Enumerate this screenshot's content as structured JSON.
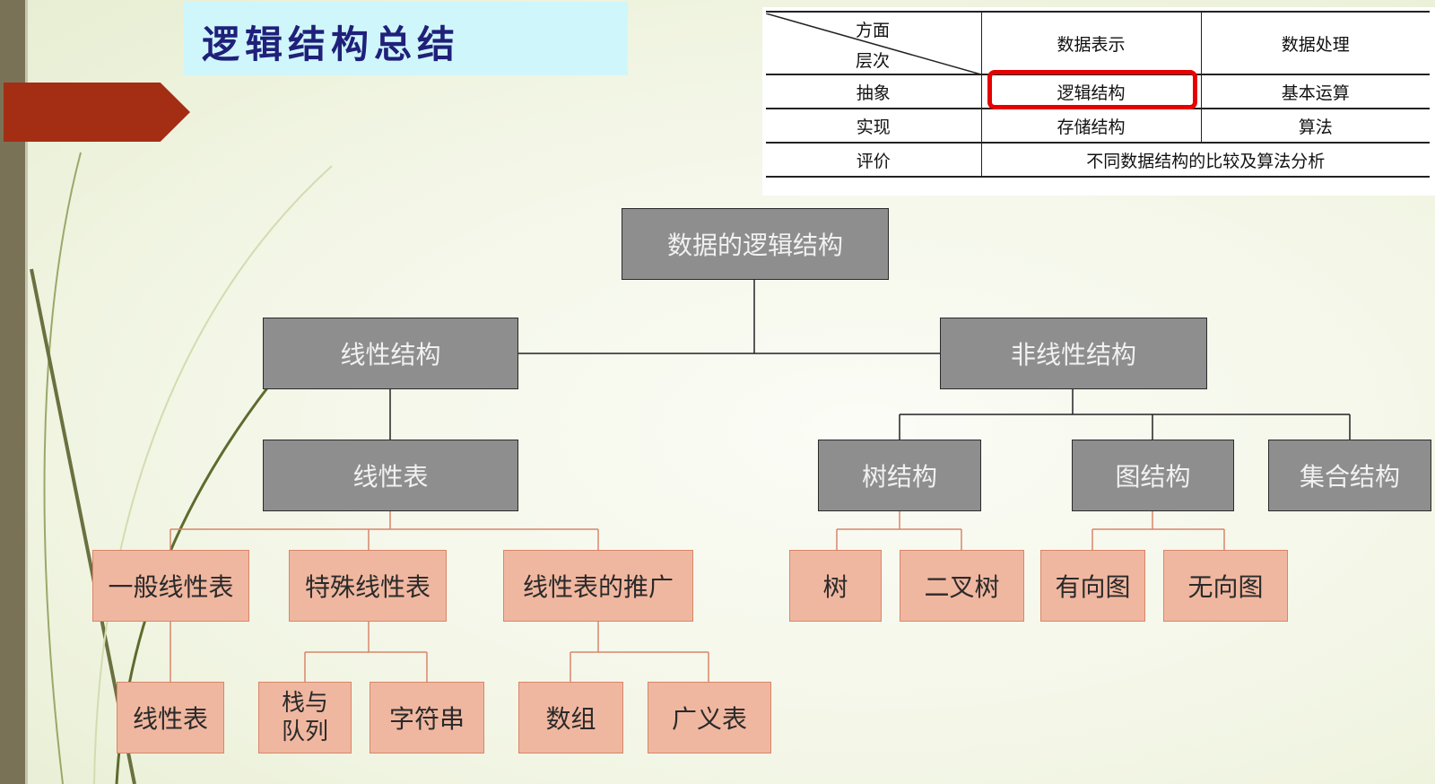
{
  "title": "逻辑结构总结",
  "table": {
    "corner_top": "方面",
    "corner_bottom": "层次",
    "header": [
      "数据表示",
      "数据处理"
    ],
    "rows": [
      {
        "label": "抽象",
        "cells": [
          "逻辑结构",
          "基本运算"
        ]
      },
      {
        "label": "实现",
        "cells": [
          "存储结构",
          "算法"
        ]
      },
      {
        "label": "评价",
        "cells": [
          "不同数据结构的比较及算法分析"
        ]
      }
    ]
  },
  "tree": {
    "root": "数据的逻辑结构",
    "linear": "线性结构",
    "nonlinear": "非线性结构",
    "linear_list": "线性表",
    "tree_struct": "树结构",
    "graph_struct": "图结构",
    "set_struct": "集合结构",
    "general_list": "一般线性表",
    "special_list": "特殊线性表",
    "list_generalization": "线性表的推广",
    "tree": "树",
    "binary_tree": "二叉树",
    "directed_graph": "有向图",
    "undirected_graph": "无向图",
    "leaf_linear_list": "线性表",
    "stack_queue": "栈与\n队列",
    "string": "字符串",
    "array": "数组",
    "generalized_list": "广义表"
  }
}
